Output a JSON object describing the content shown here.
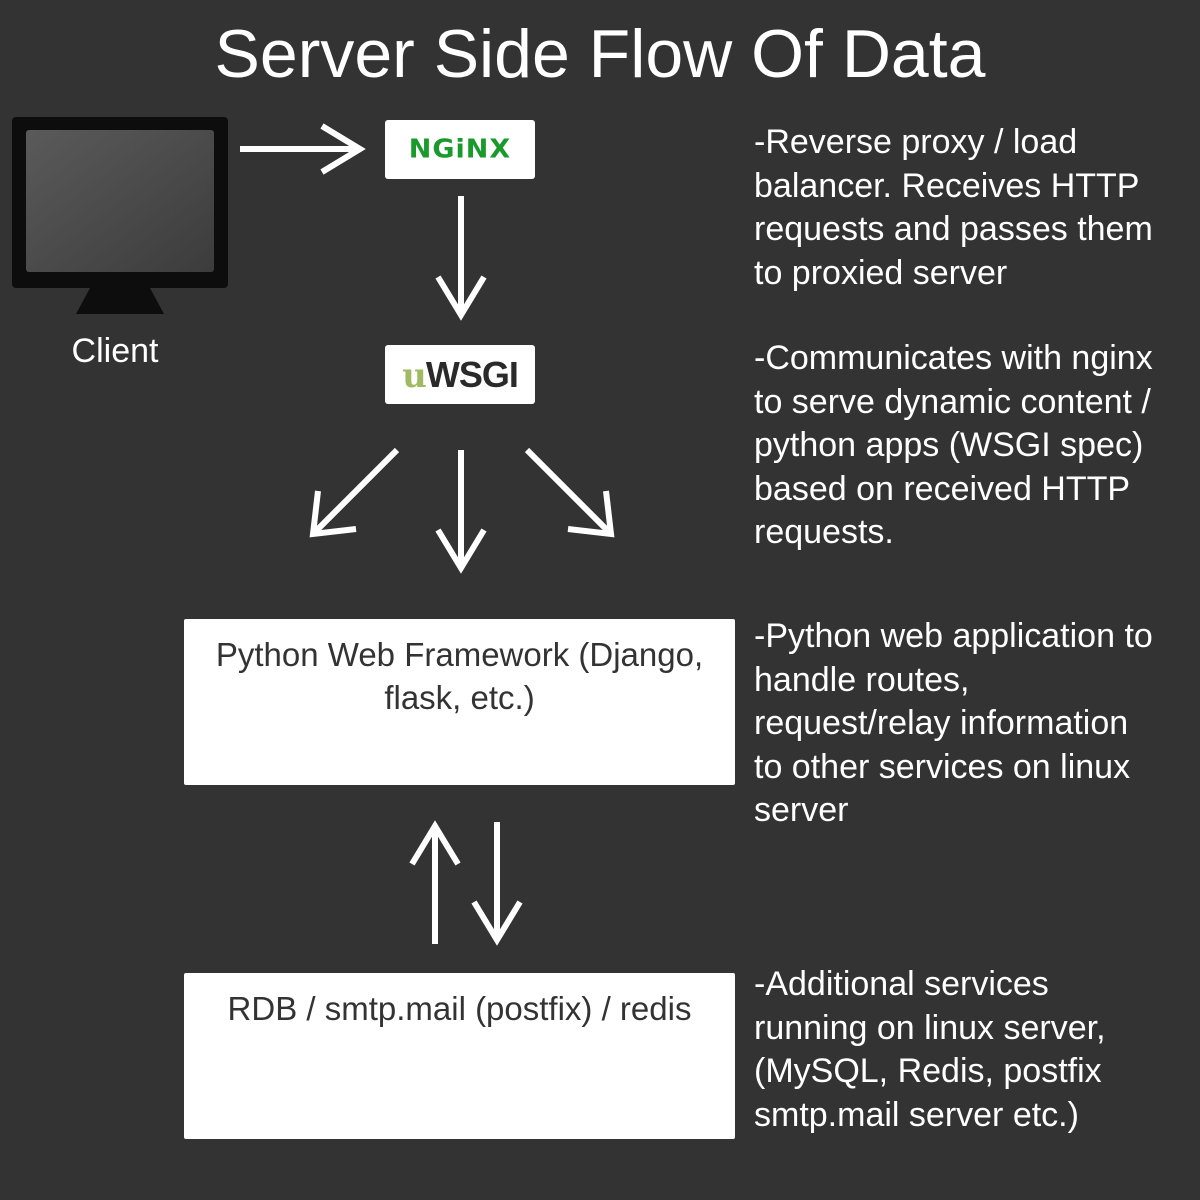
{
  "title": "Server Side Flow Of Data",
  "client": {
    "label": "Client",
    "icon": "monitor-icon"
  },
  "nginx": {
    "logo_text": "NGiNX",
    "logo_color": "#1a9a2c"
  },
  "uwsgi": {
    "logo_u": "u",
    "logo_rest": "WSGI",
    "u_color": "#9fba62"
  },
  "framework": {
    "label": "Python Web Framework (Django,\nflask, etc.)"
  },
  "services": {
    "label": "RDB / smtp.mail (postfix) / redis"
  },
  "descriptions": {
    "nginx": "-Reverse proxy / load\nbalancer. Receives HTTP\nrequests and passes them\nto proxied server",
    "uwsgi": "-Communicates with nginx\nto serve dynamic content /\npython apps (WSGI spec)\nbased on received HTTP\nrequests.",
    "framework": "-Python web application to\nhandle routes,\nrequest/relay information\nto other services on linux\nserver",
    "services": "-Additional services\nrunning on linux server,\n(MySQL, Redis, postfix\nsmtp.mail server etc.)"
  },
  "colors": {
    "background": "#333333",
    "foreground": "#ffffff"
  }
}
